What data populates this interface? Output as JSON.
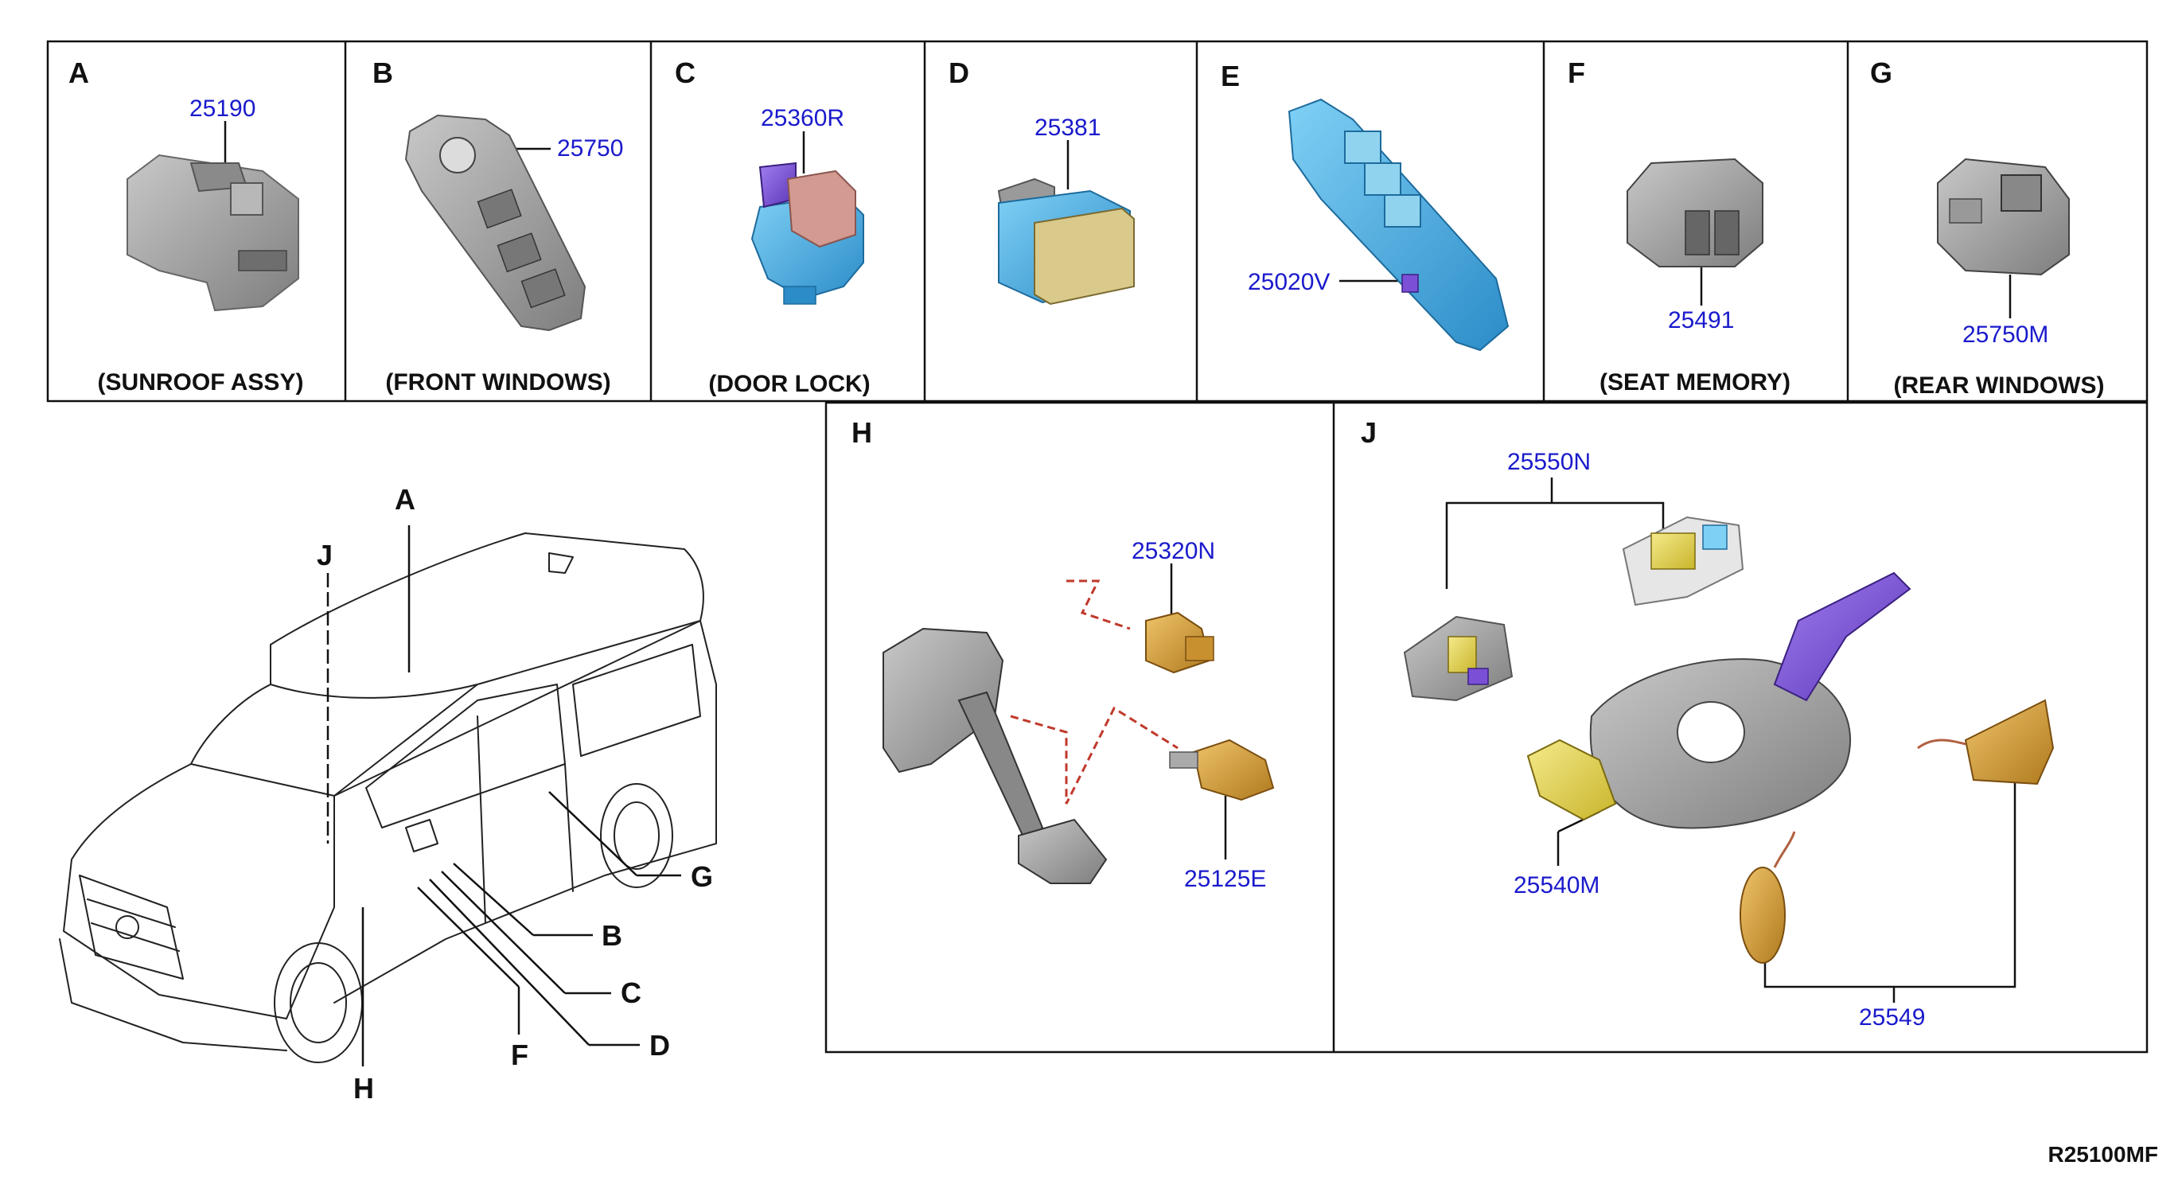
{
  "panels_top": [
    {
      "letter": "A",
      "part": "25190",
      "caption": "(SUNROOF ASSY)"
    },
    {
      "letter": "B",
      "part": "25750",
      "caption": "(FRONT WINDOWS)"
    },
    {
      "letter": "C",
      "part": "25360R",
      "caption": "(DOOR LOCK)"
    },
    {
      "letter": "D",
      "part": "25381",
      "caption": ""
    },
    {
      "letter": "E",
      "part": "25020V",
      "caption": ""
    },
    {
      "letter": "F",
      "part": "25491",
      "caption": "(SEAT MEMORY)"
    },
    {
      "letter": "G",
      "part": "25750M",
      "caption": "(REAR WINDOWS)"
    }
  ],
  "panel_h": {
    "letter": "H",
    "parts": [
      "25320N",
      "25125E"
    ]
  },
  "panel_j": {
    "letter": "J",
    "parts": [
      "25550N",
      "25540M",
      "25549"
    ]
  },
  "vehicle_callouts": [
    "A",
    "J",
    "G",
    "B",
    "C",
    "D",
    "F",
    "H"
  ],
  "diagram_code": "R25100MF",
  "colors": {
    "part_number": "#1a1acc",
    "outline": "#111111",
    "gray_part": "#9a9a9a",
    "blue_part": "#4aa8e0",
    "yellow_part": "#e7d94a",
    "purple_part": "#7b4fd6",
    "orange_part": "#d9a23a"
  }
}
